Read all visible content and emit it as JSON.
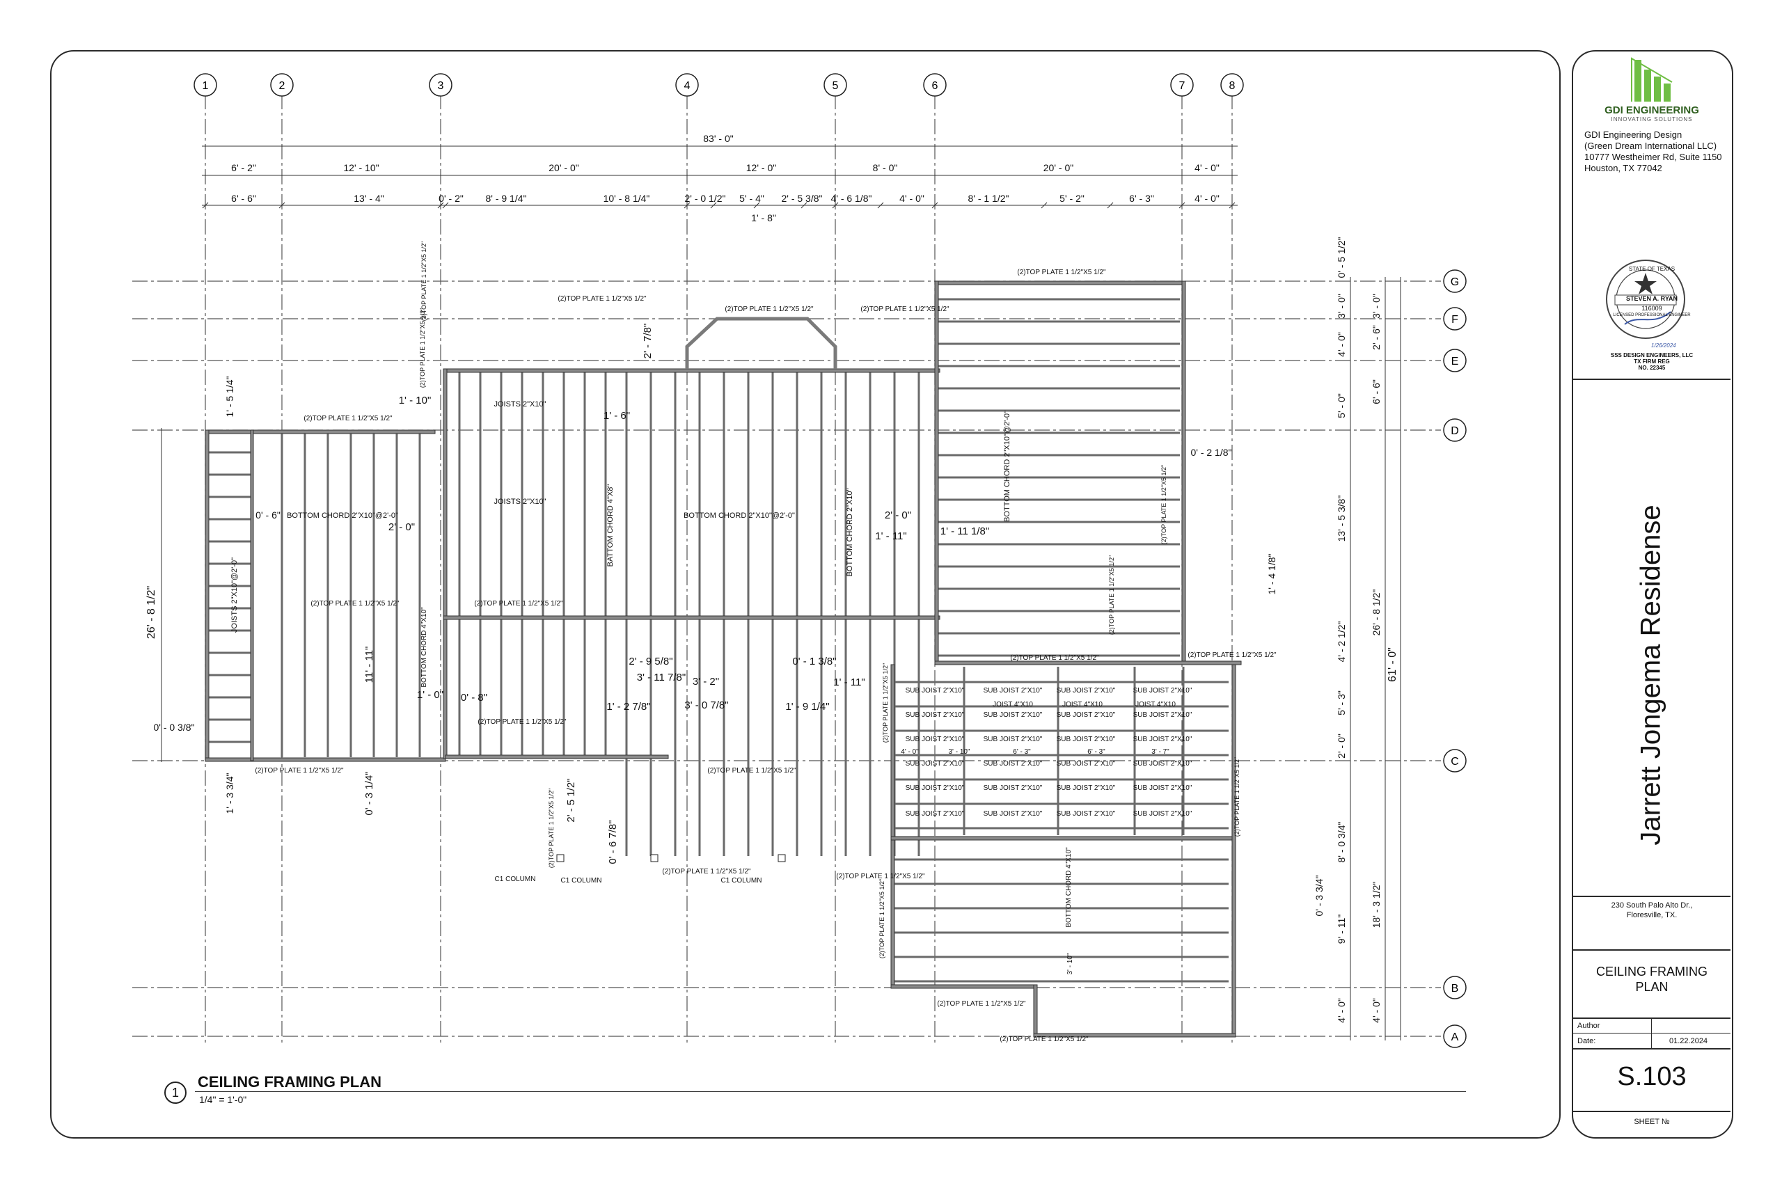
{
  "grid": {
    "columns": [
      "1",
      "2",
      "3",
      "4",
      "5",
      "6",
      "7",
      "8"
    ],
    "rows": [
      "G",
      "F",
      "E",
      "D",
      "C",
      "B",
      "A"
    ]
  },
  "dims_top": {
    "overall": "83' - 0\"",
    "row1": [
      "6' - 2\"",
      "12' - 10\"",
      "20' - 0\"",
      "12' - 0\"",
      "8' - 0\"",
      "20' - 0\"",
      "4' - 0\""
    ],
    "row2": [
      "6' - 6\"",
      "13' - 4\"",
      "0' - 2\"",
      "8' - 9 1/4\"",
      "10' - 8 1/4\"",
      "2' - 0 1/2\"",
      "5' - 4\"",
      "2' - 5 3/8\"",
      "4' - 6 1/8\"",
      "4' - 0\"",
      "8' - 1 1/2\"",
      "5' - 2\"",
      "6' - 3\"",
      "4' - 0\""
    ],
    "extra": "1' - 8\""
  },
  "dims_right": {
    "inner": [
      "0' - 5 1/2\"",
      "3' - 0\"",
      "4' - 0\"",
      "5' - 0\"",
      "13' - 5 3/8\"",
      "4' - 2 1/2\"",
      "5' - 3\"",
      "2' - 0\"",
      "8' - 0 3/4\"",
      "9' - 11\"",
      "4' - 0\""
    ],
    "middle": [
      "3' - 0\"",
      "2' - 6\"",
      "6' - 6\"",
      "1' - 4 1/8\"",
      "26' - 8 1/2\"",
      "18' - 3 1/2\"",
      "0' - 3 3/4\"",
      "4' - 0\""
    ],
    "overall": "61' - 0\"",
    "small": "0' - 2 1/8\""
  },
  "dims_left": {
    "overall": "26' - 8 1/2\"",
    "items": [
      "1' - 5 1/4\"",
      "0' - 6\"",
      "0' - 0 3/8\"",
      "1' - 3 3/4\""
    ]
  },
  "plan_labels": {
    "top_plate": "(2)TOP PLATE  1 1/2\"X5 1/2\"",
    "joists": "JOISTS 2\"X10\"",
    "joists_left": "JOISTS 2\"X10\"@2'-0\"",
    "bottom_chord_a": "BOTTOM CHORD 2\"X10\"@2'-0\"",
    "bottom_chord_b": "BOTTOM CHORD 2\"X10\"@2'-0\"",
    "bottom_chord_c": "BOTTOM CHORD 2\"X10\"@2'-0\"",
    "bottom_chord_4x10": "BOTTOM CHORD 4\"X10\"",
    "battom_chord": "BATTOM CHORD 4\"X8\"",
    "bottom_chord_2x10": "BOTTOM CHORD 2\"X10\"",
    "sub_joist": "SUB JOIST 2\"X10\"",
    "joist_4x10": "JOIST 4\"X10",
    "c1_column": "C1 COLUMN",
    "dims_misc": [
      "2' - 7/8\"",
      "1' - 10\"",
      "1' - 6\"",
      "2' - 0\"",
      "11' - 11\"",
      "1' - 0\"",
      "0' - 8\"",
      "0' - 3 1/4\"",
      "2' - 5 1/2\"",
      "0' - 6 7/8\"",
      "2' - 9 5/8\"",
      "3' - 11 7/8\"",
      "1' - 2 7/8\"",
      "3' - 2\"",
      "3' - 0 7/8\"",
      "0' - 1 3/8\"",
      "1' - 9 1/4\"",
      "1' - 11\"",
      "2' - 0\"",
      "1' - 11\"",
      "1' - 11 1/8\"",
      "4' - 0\"",
      "3' - 10\"",
      "6' - 3\"",
      "6' - 3\"",
      "3' - 7\"",
      "3' - 10\""
    ]
  },
  "drawing": {
    "number": "1",
    "title": "CEILING FRAMING PLAN",
    "scale": "1/4\" = 1'-0\""
  },
  "title_block": {
    "company_name": "GDI ENGINEERING",
    "company_tagline": "INNOVATING SOLUTIONS",
    "address": [
      "GDI Engineering Design",
      "(Green Dream International LLC)",
      "10777 Westheimer Rd, Suite 1150",
      "Houston, TX 77042"
    ],
    "seal": {
      "state": "STATE OF TEXAS",
      "name": "STEVEN A. RYAN",
      "license": "116009",
      "role": "LICENSED PROFESSIONAL ENGINEER",
      "date": "1/26/2024"
    },
    "firm": [
      "SSS DESIGN ENGINEERS, LLC",
      "TX FIRM REG",
      "NO. 22345"
    ],
    "project": "Jarrett Jongema Residense",
    "site_address": [
      "230 South Palo Alto Dr.,",
      "Floresville, TX."
    ],
    "sheet_title": [
      "CEILING FRAMING",
      "PLAN"
    ],
    "author_label": "Author",
    "date_label": "Date:",
    "date_value": "01.22.2024",
    "sheet_number": "S.103",
    "sheet_no_label": "SHEET №"
  },
  "colors": {
    "line": "#333333",
    "wall": "#7a7a7a",
    "accent_green": "#6fbe44",
    "seal_blue": "#3a57a6"
  }
}
